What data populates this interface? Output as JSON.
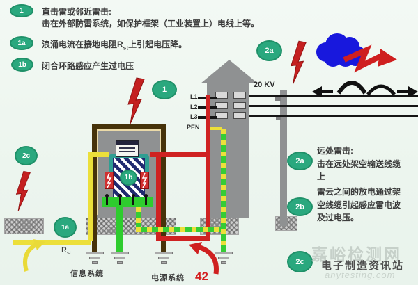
{
  "legend_left": {
    "items": [
      {
        "marker": "1",
        "line1": "直击雷或邻近雷击:",
        "line2": "击在外部防雷系统，如保护框架（工业装置上）电线上等。"
      },
      {
        "marker": "1a",
        "pre": "浪涌电流在接地电阻R",
        "sub": "st",
        "post": "上引起电压降。"
      },
      {
        "marker": "1b",
        "text": "闭合环路感应产生过电压"
      }
    ]
  },
  "legend_right": {
    "items": [
      {
        "marker": "2a",
        "lines": [
          "远处雷击:",
          "击在远处架空输送线缆",
          "上"
        ]
      },
      {
        "marker": "2b",
        "lines": [
          "雷云之间的放电通过架",
          "空线缆引起感应雷电波",
          "及过电压。"
        ]
      },
      {
        "marker": "2c"
      }
    ]
  },
  "diagram": {
    "markers": {
      "m1": "1",
      "m1a": "1a",
      "m1b": "1b",
      "m2a": "2a",
      "m2c": "2c"
    },
    "voltage_label": "20 KV",
    "line_labels": [
      "L1",
      "L2",
      "L3",
      "PEN"
    ],
    "resistance": {
      "pre": "R",
      "sub": "st"
    },
    "info_system_label": "信息系统",
    "power_system_label": "电源系统",
    "power_system_number": "42"
  },
  "watermark": {
    "line1": "嘉峪检测网",
    "line2": "电子制造资讯站",
    "line3": "anytesting.com"
  },
  "colors": {
    "marker_green": "#2aa87e",
    "lightning_red": "#c42020",
    "wire_yellow": "#ecdf3a",
    "wire_red": "#cf2222",
    "wire_green": "#2ecc2e",
    "pe_green": "#35cc35",
    "pe_yellow": "#ecdf3a",
    "cloud_blue": "#1818dd",
    "building_brown": "#46320a",
    "structure_gray": "#8f9192",
    "power_number_red": "#d42020"
  }
}
